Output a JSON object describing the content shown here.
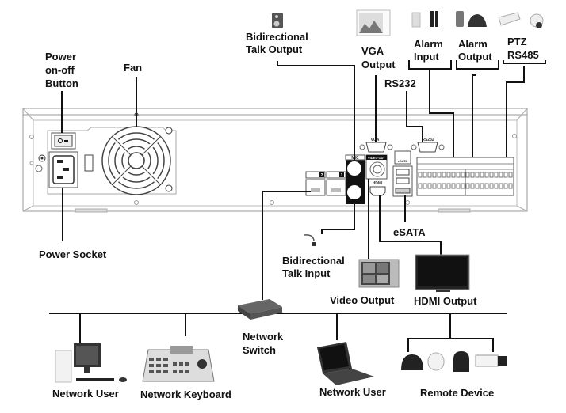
{
  "diagram": {
    "title": "DVR rear panel connection diagram",
    "labels": {
      "power_button": [
        "Power",
        "on-off",
        "Button"
      ],
      "fan": "Fan",
      "power_socket": "Power Socket",
      "talk_output": [
        "Bidirectional",
        "Talk Output"
      ],
      "vga_output": [
        "VGA",
        "Output"
      ],
      "rs232": "RS232",
      "alarm_input": [
        "Alarm",
        "Input"
      ],
      "alarm_output": [
        "Alarm",
        "Output"
      ],
      "ptz": [
        "PTZ",
        "RS485"
      ],
      "esata": "eSATA",
      "talk_input": [
        "Bidirectional",
        "Talk Input"
      ],
      "video_output": "Video Output",
      "hdmi_output": "HDMI Output",
      "network_switch": [
        "Network",
        "Switch"
      ],
      "network_user_pc": "Network User",
      "network_keyboard": "Network Keyboard",
      "network_user_laptop": "Network User",
      "remote_device": "Remote Device"
    },
    "panel_silkscreen": {
      "vga": "VGA",
      "rs232": "RS232",
      "mic": "MIC",
      "out": "OUT",
      "in": "IN",
      "video_out": "VIDEO OUT",
      "hdmi": "HDMI",
      "esata": "eSATA",
      "lan_1": "1",
      "lan_2": "2"
    },
    "icons": [
      "speaker-icon",
      "vga-monitor-icon",
      "door-sensor-icon",
      "ir-beam-sensor-icon",
      "siren-icon",
      "alarm-light-icon",
      "ptz-decoder-icon",
      "ptz-dome-camera-icon",
      "microphone-icon",
      "crt-monitor-icon",
      "hdmi-tv-icon",
      "network-switch-icon",
      "desktop-pc-icon",
      "ptz-keyboard-icon",
      "laptop-icon",
      "dome-camera-icon",
      "speed-dome-icon",
      "bullet-dome-icon",
      "box-camera-icon"
    ]
  }
}
